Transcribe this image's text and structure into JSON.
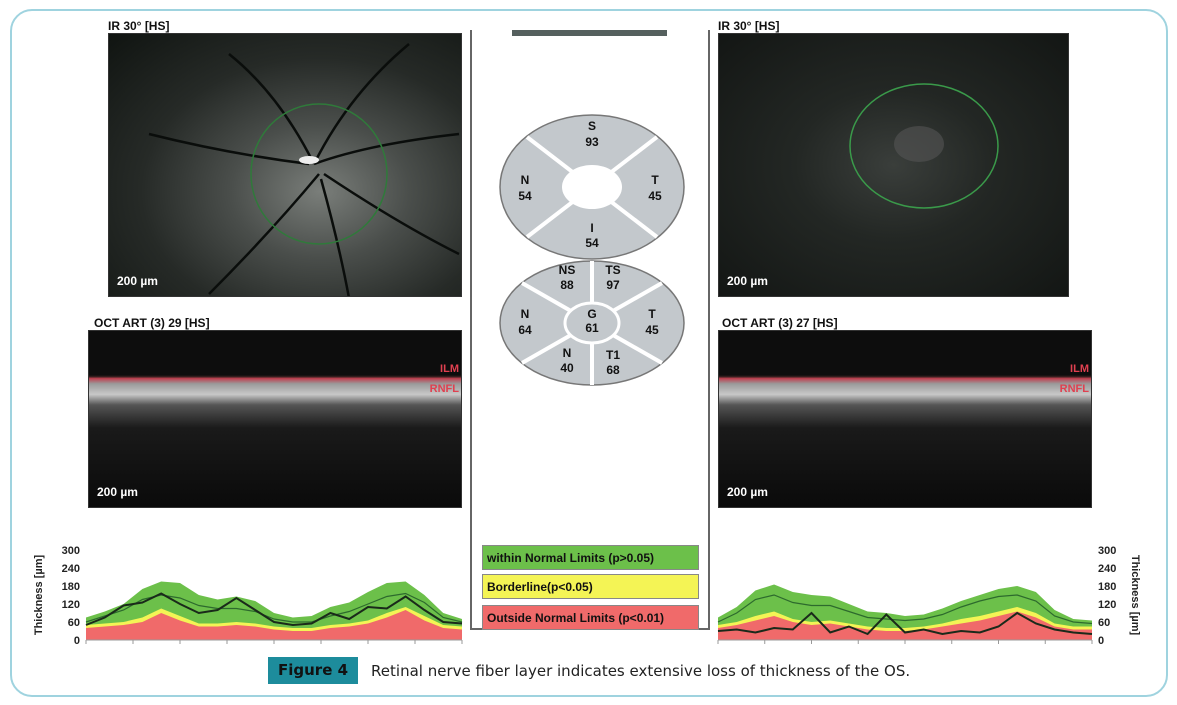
{
  "left_eye": {
    "ir_label": "IR 30° [HS]",
    "ir_scale": "200 µm",
    "oct_label": "OCT ART (3) 29 [HS]",
    "oct_scale": "200 µm",
    "ilm": "ILM",
    "rnfl": "RNFL"
  },
  "right_eye": {
    "ir_label": "IR 30° [HS]",
    "ir_scale": "200 µm",
    "oct_label": "OCT ART (3) 27 [HS]",
    "oct_scale": "200 µm",
    "ilm": "ILM",
    "rnfl": "RNFL"
  },
  "sectors_top": {
    "S": {
      "label": "S",
      "value": "93"
    },
    "N": {
      "label": "N",
      "value": "54"
    },
    "T": {
      "label": "T",
      "value": "45"
    },
    "I": {
      "label": "I",
      "value": "54"
    }
  },
  "sectors_bottom": {
    "NS": {
      "label": "NS",
      "value": "88"
    },
    "TS": {
      "label": "TS",
      "value": "97"
    },
    "N": {
      "label": "N",
      "value": "64"
    },
    "G": {
      "label": "G",
      "value": "61"
    },
    "T": {
      "label": "T",
      "value": "45"
    },
    "NI": {
      "label": "N",
      "value": "40"
    },
    "TI": {
      "label": "T1",
      "value": "68"
    }
  },
  "legend": {
    "green": "within Normal Limits (p>0.05)",
    "yellow": "Borderline(p<0.05)",
    "red": "Outside Normal Limits (p<0.01)",
    "colors": {
      "green": "#6cc04a",
      "yellow": "#f4f455",
      "red": "#f06a6a"
    }
  },
  "caption": {
    "tag": "Figure 4",
    "text": "Retinal nerve fiber layer indicates extensive loss of thickness of the OS."
  },
  "chart_data": [
    {
      "type": "area",
      "name": "left-eye-thickness",
      "ylabel": "Thickness [µm]",
      "ylim": [
        0,
        300
      ],
      "yticks": [
        "300",
        "240",
        "180",
        "120",
        "60",
        "0"
      ],
      "axis_side": "left",
      "x": [
        0,
        1,
        2,
        3,
        4,
        5,
        6,
        7,
        8,
        9,
        10,
        11,
        12,
        13,
        14,
        15,
        16,
        17,
        18,
        19,
        20
      ],
      "series": [
        {
          "name": "normal_upper",
          "values": [
            75,
            95,
            120,
            170,
            195,
            190,
            150,
            135,
            145,
            130,
            90,
            75,
            80,
            110,
            125,
            160,
            190,
            195,
            150,
            90,
            70
          ]
        },
        {
          "name": "normal_mean",
          "values": [
            60,
            80,
            100,
            135,
            150,
            140,
            115,
            105,
            105,
            95,
            70,
            60,
            60,
            80,
            95,
            120,
            145,
            155,
            125,
            75,
            60
          ]
        },
        {
          "name": "borderline_upper",
          "values": [
            50,
            55,
            60,
            75,
            105,
            80,
            55,
            55,
            60,
            55,
            45,
            40,
            40,
            50,
            55,
            65,
            90,
            110,
            80,
            50,
            45
          ]
        },
        {
          "name": "outside_upper",
          "values": [
            40,
            45,
            50,
            60,
            90,
            65,
            45,
            45,
            50,
            45,
            35,
            30,
            30,
            40,
            45,
            55,
            75,
            100,
            65,
            40,
            35
          ]
        },
        {
          "name": "measured",
          "values": [
            50,
            75,
            115,
            125,
            155,
            120,
            90,
            100,
            140,
            100,
            60,
            50,
            55,
            90,
            70,
            110,
            105,
            145,
            100,
            60,
            55
          ]
        }
      ]
    },
    {
      "type": "area",
      "name": "right-eye-thickness",
      "ylabel": "Thickness [µm]",
      "ylim": [
        0,
        300
      ],
      "yticks": [
        "300",
        "240",
        "180",
        "120",
        "60",
        "0"
      ],
      "axis_side": "right",
      "x": [
        0,
        1,
        2,
        3,
        4,
        5,
        6,
        7,
        8,
        9,
        10,
        11,
        12,
        13,
        14,
        15,
        16,
        17,
        18,
        19,
        20
      ],
      "series": [
        {
          "name": "normal_upper",
          "values": [
            75,
            110,
            165,
            185,
            160,
            150,
            145,
            120,
            95,
            90,
            80,
            85,
            105,
            130,
            150,
            170,
            180,
            160,
            100,
            70,
            65
          ]
        },
        {
          "name": "normal_mean",
          "values": [
            60,
            90,
            135,
            150,
            125,
            115,
            115,
            95,
            75,
            70,
            65,
            70,
            85,
            110,
            130,
            145,
            150,
            130,
            80,
            60,
            55
          ]
        },
        {
          "name": "borderline_upper",
          "values": [
            50,
            60,
            80,
            95,
            70,
            60,
            65,
            55,
            45,
            40,
            40,
            45,
            55,
            70,
            80,
            95,
            110,
            90,
            55,
            45,
            45
          ]
        },
        {
          "name": "outside_upper",
          "values": [
            40,
            50,
            65,
            80,
            60,
            50,
            55,
            45,
            35,
            30,
            30,
            35,
            45,
            55,
            65,
            80,
            95,
            75,
            45,
            35,
            35
          ]
        },
        {
          "name": "measured",
          "values": [
            30,
            35,
            25,
            40,
            35,
            90,
            25,
            45,
            20,
            85,
            25,
            35,
            20,
            30,
            25,
            45,
            90,
            55,
            35,
            25,
            20
          ]
        }
      ]
    }
  ]
}
